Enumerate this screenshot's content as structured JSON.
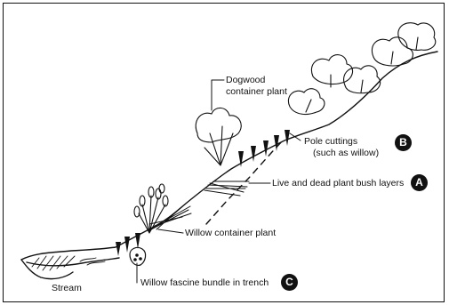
{
  "labels": {
    "dogwood_line1": "Dogwood",
    "dogwood_line2": "container plant",
    "pole_line1": "Pole cuttings",
    "pole_line2": "(such as willow)",
    "bush_layers": "Live and dead plant bush layers",
    "willow_container": "Willow container plant",
    "fascine": "Willow fascine bundle in trench",
    "stream": "Stream"
  },
  "badges": {
    "a": "A",
    "b": "B",
    "c": "C"
  },
  "colors": {
    "ink": "#111111",
    "badge_fill": "#111111",
    "badge_text": "#ffffff"
  }
}
